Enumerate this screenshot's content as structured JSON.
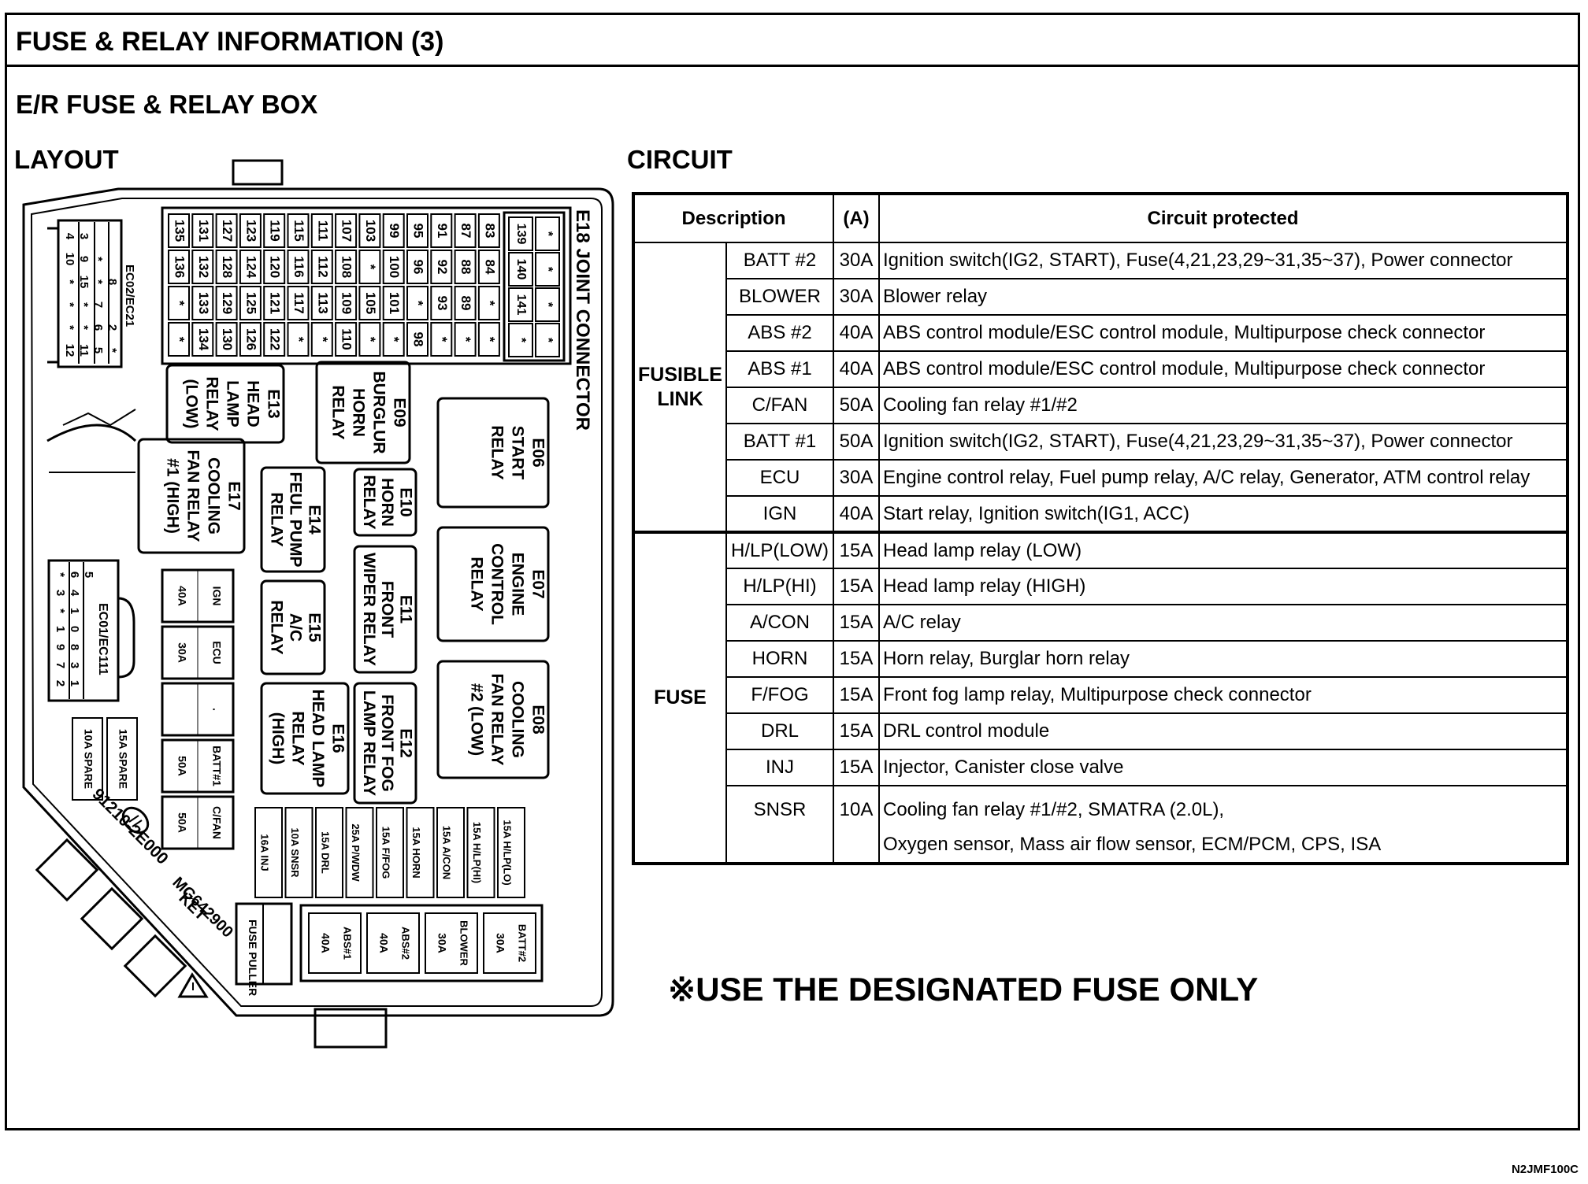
{
  "header": {
    "title": "FUSE & RELAY INFORMATION (3)",
    "subtitle": "E/R FUSE & RELAY BOX",
    "layout_title": "LAYOUT",
    "circuit_title": "CIRCUIT",
    "doc_code": "N2JMF100C",
    "notice": "※USE THE DESIGNATED FUSE ONLY"
  },
  "layout": {
    "top_fuse_columns": [
      [
        "135",
        "136",
        "*",
        "*"
      ],
      [
        "131",
        "132",
        "133",
        "134"
      ],
      [
        "127",
        "128",
        "129",
        "130"
      ],
      [
        "123",
        "124",
        "125",
        "126"
      ],
      [
        "119",
        "120",
        "121",
        "122"
      ],
      [
        "115",
        "116",
        "117",
        "*"
      ],
      [
        "111",
        "112",
        "113",
        "*"
      ],
      [
        "107",
        "108",
        "109",
        "110"
      ],
      [
        "103",
        "*",
        "105",
        "*"
      ],
      [
        "99",
        "100",
        "101",
        "*"
      ],
      [
        "95",
        "96",
        "*",
        "98"
      ],
      [
        "91",
        "92",
        "93",
        "*"
      ],
      [
        "87",
        "88",
        "89",
        "*"
      ],
      [
        "83",
        "84",
        "*",
        "*"
      ]
    ],
    "joint_column_left": [
      "139",
      "140",
      "141",
      "*"
    ],
    "joint_column_right": [
      "*",
      "*",
      "*",
      "*"
    ],
    "joint_connector_label": "E18 JOINT CONNECTOR",
    "connector_top": {
      "label": "EC02/EC21",
      "rows": [
        [
          "4",
          "3"
        ],
        [
          "10",
          "9",
          "*"
        ],
        [
          "*",
          "15",
          "*",
          "8"
        ],
        [
          "*",
          "*",
          "7"
        ],
        [
          "*",
          "*",
          "6",
          "2"
        ],
        [
          "12",
          "11",
          "5",
          "*"
        ]
      ]
    },
    "connector_mid": {
      "label": "EC01/EC111",
      "rows": [
        [
          "*",
          "6",
          "5"
        ],
        [
          "3",
          "4"
        ],
        [
          "*",
          "1"
        ],
        [
          "1",
          "0"
        ],
        [
          "9",
          "8"
        ],
        [
          "7",
          "3"
        ],
        [
          "2",
          "1"
        ]
      ]
    },
    "relays": {
      "e13": "E13 HEAD LAMP RELAY (LOW)",
      "e09": "E09 BURGLUR HORN RELAY",
      "e06": "E06 START RELAY",
      "e17": "E17 COOLING FAN RELAY #1 (HIGH)",
      "e14": "E14 FEUL PUMP RELAY",
      "e10": "E10 HORN RELAY",
      "e07": "E07 ENGINE CONTROL RELAY",
      "e15": "E15 A/C RELAY",
      "e11": "E11 FRONT WIPER RELAY",
      "e16": "E16 HEAD LAMP RELAY (HIGH)",
      "e12": "E12 FRONT FOG LAMP RELAY",
      "e08": "E08 COOLING FAN RELAY #2 (LOW)"
    },
    "e13_lines": [
      "E13",
      "HEAD",
      "LAMP",
      "RELAY",
      "(LOW)"
    ],
    "e09_lines": [
      "E09",
      "BURGLUR",
      "HORN",
      "RELAY"
    ],
    "e06_lines": [
      "E06",
      "START",
      "RELAY"
    ],
    "e17_lines": [
      "E17",
      "COOLING",
      "FAN RELAY",
      "#1 (HIGH)"
    ],
    "e14_lines": [
      "E14",
      "FEUL PUMP",
      "RELAY"
    ],
    "e10_lines": [
      "E10",
      "HORN",
      "RELAY"
    ],
    "e07_lines": [
      "E07",
      "ENGINE",
      "CONTROL",
      "RELAY"
    ],
    "e15_lines": [
      "E15",
      "A/C",
      "RELAY"
    ],
    "e11_lines": [
      "E11",
      "FRONT",
      "WIPER RELAY"
    ],
    "e16_lines": [
      "E16",
      "HEAD LAMP",
      "RELAY",
      "(HIGH)"
    ],
    "e12_lines": [
      "E12",
      "FRONT FOG",
      "LAMP RELAY"
    ],
    "e08_lines": [
      "E08",
      "COOLING",
      "FAN RELAY",
      "#2 (LOW)"
    ],
    "big_fuses_left": [
      {
        "amp": "40A",
        "name": "IGN"
      },
      {
        "amp": "30A",
        "name": "ECU"
      },
      {
        "amp": "",
        "name": "."
      },
      {
        "amp": "50A",
        "name": "BATT#1"
      },
      {
        "amp": "50A",
        "name": "C/FAN"
      }
    ],
    "spare_fuses": [
      {
        "amp": "10A",
        "name": "SPARE"
      },
      {
        "amp": "15A",
        "name": "SPARE"
      }
    ],
    "mini_fuses": [
      {
        "amp": "16A",
        "name": "INJ"
      },
      {
        "amp": "10A",
        "name": "SNSR"
      },
      {
        "amp": "15A",
        "name": "DRL"
      },
      {
        "amp": "25A",
        "name": "P/WDW"
      },
      {
        "amp": "15A",
        "name": "F/FOG"
      },
      {
        "amp": "15A",
        "name": "HORN"
      },
      {
        "amp": "15A",
        "name": "A/CON"
      },
      {
        "amp": "15A",
        "name": "H/LP(HI)"
      },
      {
        "amp": "15A",
        "name": "H/LP(LO)"
      }
    ],
    "bottom_links": [
      {
        "amp": "40A",
        "name": "ABS#1"
      },
      {
        "amp": "40A",
        "name": "ABS#2"
      },
      {
        "amp": "30A",
        "name": "BLOWER"
      },
      {
        "amp": "30A",
        "name": "BATT#2"
      }
    ],
    "fuse_puller": "FUSE PULLER",
    "part_number": "91210-2E000",
    "ket": "KET",
    "mg_number": "MG642900"
  },
  "circuit": {
    "columns": [
      "Description",
      "(A)",
      "Circuit protected"
    ],
    "groups": [
      {
        "label_lines": [
          "FUSIBLE",
          "LINK"
        ],
        "rows": [
          {
            "name": "BATT #2",
            "amp": "30A",
            "desc": "Ignition switch(IG2, START), Fuse(4,21,23,29~31,35~37), Power connector"
          },
          {
            "name": "BLOWER",
            "amp": "30A",
            "desc": "Blower relay"
          },
          {
            "name": "ABS #2",
            "amp": "40A",
            "desc": "ABS control module/ESC control module, Multipurpose check connector"
          },
          {
            "name": "ABS #1",
            "amp": "40A",
            "desc": "ABS control module/ESC control module, Multipurpose check connector"
          },
          {
            "name": "C/FAN",
            "amp": "50A",
            "desc": "Cooling fan relay #1/#2"
          },
          {
            "name": "BATT #1",
            "amp": "50A",
            "desc": "Ignition switch(IG2, START), Fuse(4,21,23,29~31,35~37), Power connector"
          },
          {
            "name": "ECU",
            "amp": "30A",
            "desc": "Engine control relay, Fuel pump relay, A/C relay, Generator, ATM control relay"
          },
          {
            "name": "IGN",
            "amp": "40A",
            "desc": "Start relay, Ignition switch(IG1, ACC)"
          }
        ]
      },
      {
        "label_lines": [
          "FUSE"
        ],
        "rows": [
          {
            "name": "H/LP(LOW)",
            "amp": "15A",
            "desc": "Head lamp relay (LOW)"
          },
          {
            "name": "H/LP(HI)",
            "amp": "15A",
            "desc": "Head lamp relay (HIGH)"
          },
          {
            "name": "A/CON",
            "amp": "15A",
            "desc": "A/C relay"
          },
          {
            "name": "HORN",
            "amp": "15A",
            "desc": "Horn relay, Burglar horn relay"
          },
          {
            "name": "F/FOG",
            "amp": "15A",
            "desc": "Front fog lamp relay, Multipurpose check connector"
          },
          {
            "name": "DRL",
            "amp": "15A",
            "desc": "DRL control module"
          },
          {
            "name": "INJ",
            "amp": "15A",
            "desc": "Injector, Canister close valve"
          },
          {
            "name": "SNSR",
            "amp": "10A",
            "desc": "Cooling fan relay #1/#2, SMATRA (2.0L),",
            "desc2": "Oxygen sensor, Mass air flow sensor, ECM/PCM, CPS, ISA"
          }
        ]
      }
    ]
  }
}
